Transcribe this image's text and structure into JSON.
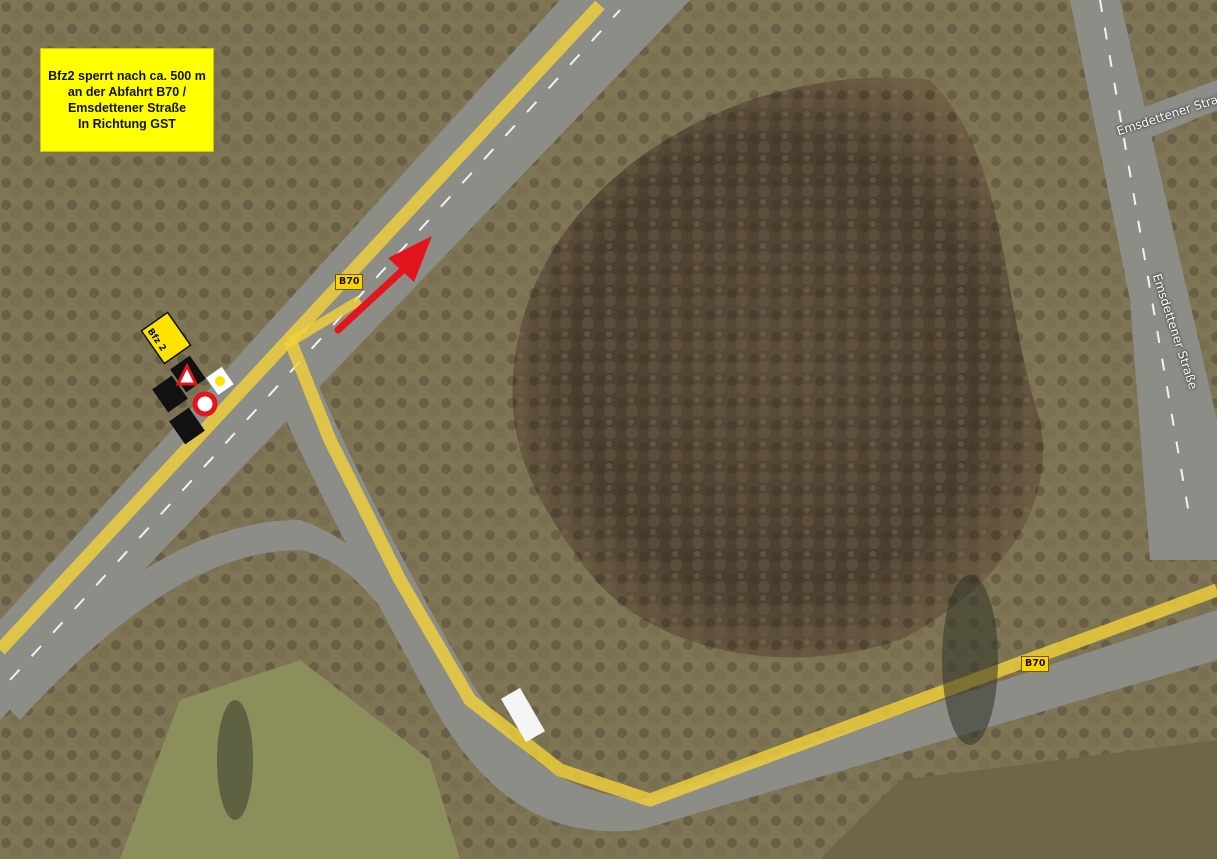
{
  "info_box": {
    "lines": [
      "Bfz2 sperrt nach ca. 500 m",
      "an der Abfahrt B70 /",
      "Emsdettener Straße",
      "In Richtung GST"
    ]
  },
  "roads": {
    "street_name_top": "Emsdettener Straße",
    "street_name_side": "Emsdettener Straße",
    "route_label_top": "B70",
    "route_label_bottom": "B70"
  },
  "barrier": {
    "sign_label": "Bfz 2",
    "signs": [
      "warning-triangle-sign",
      "no-entry-sign",
      "flashing-light-sign",
      "arrow-left-sign",
      "arrow-left-sign"
    ]
  },
  "colors": {
    "route_highlight": "#f3d23a",
    "direction_arrow": "#e3141c",
    "info_box": "#ffff00",
    "sign_yellow": "#ffe400"
  }
}
